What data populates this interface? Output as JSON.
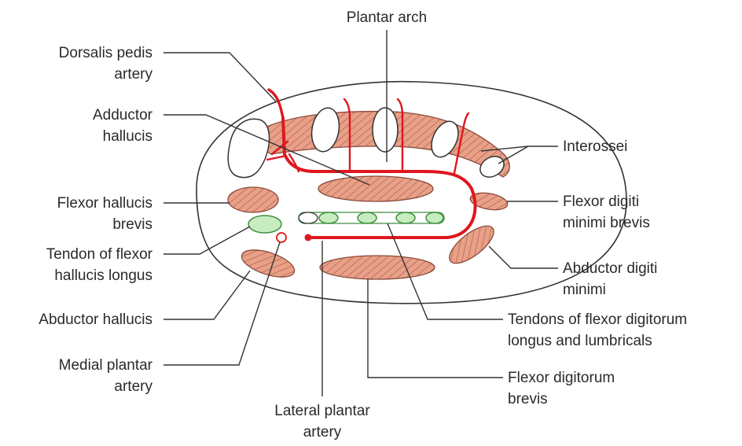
{
  "colors": {
    "muscle_fill": "#e8a088",
    "muscle_hatch": "#b05a44",
    "artery": "#e0161f",
    "tendon_fill": "#c6ecc0",
    "tendon_stroke": "#3f8f3f"
  },
  "labels": {
    "plantar_arch": "Plantar arch",
    "dorsalis_pedis_1": "Dorsalis pedis",
    "dorsalis_pedis_2": "artery",
    "adductor_hallucis_1": "Adductor",
    "adductor_hallucis_2": "hallucis",
    "interossei": "Interossei",
    "flexor_hallucis_brevis_1": "Flexor hallucis",
    "flexor_hallucis_brevis_2": "brevis",
    "flexor_digiti_minimi_brevis_1": "Flexor digiti",
    "flexor_digiti_minimi_brevis_2": "minimi brevis",
    "tendon_flexor_hallucis_longus_1": "Tendon of flexor",
    "tendon_flexor_hallucis_longus_2": "hallucis longus",
    "abductor_digiti_minimi_1": "Abductor digiti",
    "abductor_digiti_minimi_2": "minimi",
    "abductor_hallucis": "Abductor hallucis",
    "tendons_fdl_lumbricals_1": "Tendons of flexor digitorum",
    "tendons_fdl_lumbricals_2": "longus and lumbricals",
    "medial_plantar_artery_1": "Medial plantar",
    "medial_plantar_artery_2": "artery",
    "flexor_digitorum_brevis_1": "Flexor digitorum",
    "flexor_digitorum_brevis_2": "brevis",
    "lateral_plantar_artery_1": "Lateral plantar",
    "lateral_plantar_artery_2": "artery"
  }
}
